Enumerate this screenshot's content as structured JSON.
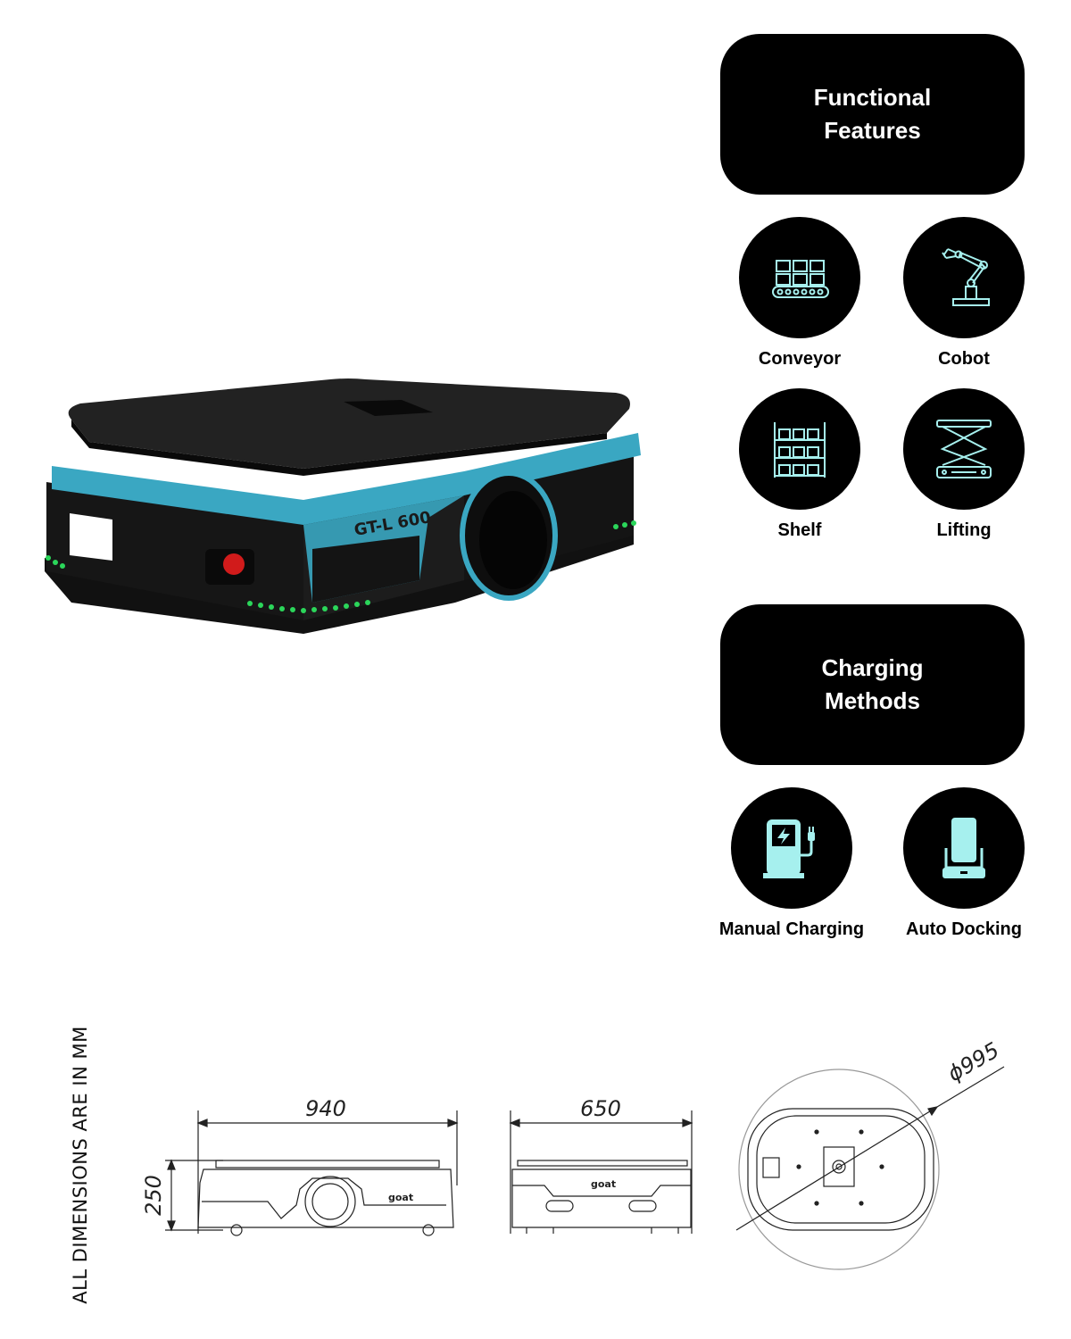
{
  "robot": {
    "model_label": "GT-L 600"
  },
  "functional": {
    "title": "Functional\nFeatures",
    "items": [
      {
        "label": "Conveyor",
        "icon": "conveyor-icon"
      },
      {
        "label": "Cobot",
        "icon": "robot-arm-icon"
      },
      {
        "label": "Shelf",
        "icon": "shelf-icon"
      },
      {
        "label": "Lifting",
        "icon": "lift-icon"
      }
    ]
  },
  "charging": {
    "title": "Charging\nMethods",
    "items": [
      {
        "label": "Manual Charging",
        "icon": "charging-station-icon"
      },
      {
        "label": "Auto Docking",
        "icon": "docking-icon"
      }
    ]
  },
  "dimensions": {
    "note": "ALL DIMENSIONS ARE IN MM",
    "length": "940",
    "width": "650",
    "height": "250",
    "diameter": "ϕ995",
    "logo_text": "goat"
  },
  "colors": {
    "accent": "#a6f0ee",
    "robot_blue": "#3aa7c2",
    "led_green": "#2bd65a"
  }
}
